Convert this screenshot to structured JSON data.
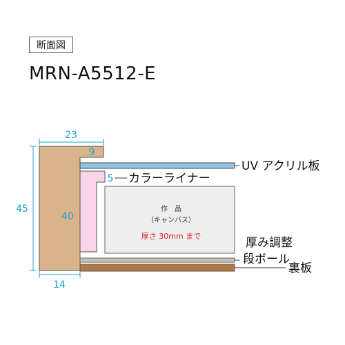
{
  "header": {
    "section_badge": "断面図",
    "model_code": "MRN-A5512-E"
  },
  "dimensions": {
    "frame_width": "23",
    "frame_height": "45",
    "lip_width": "9",
    "inner_height": "40",
    "liner_thickness": "5",
    "bottom_width": "14"
  },
  "labels": {
    "acrylic": "UV アクリル板",
    "color_liner": "カラーライナー",
    "spacer_line1": "厚み調整",
    "spacer_line2": "段ボール",
    "back_board": "裏板"
  },
  "artwork": {
    "title": "作　品",
    "subtitle": "（キャンバス）",
    "thickness_note": "厚さ 30mm まで"
  },
  "colors": {
    "frame_wood": "#d9b48a",
    "acrylic": "#8ec5e6",
    "liner": "#f7d4e6",
    "artwork": "#eeeeee",
    "spacer": "#c8c2b2",
    "back_board": "#b07a45",
    "dimension_text": "#1aa3d9",
    "note_red": "#e02020"
  }
}
